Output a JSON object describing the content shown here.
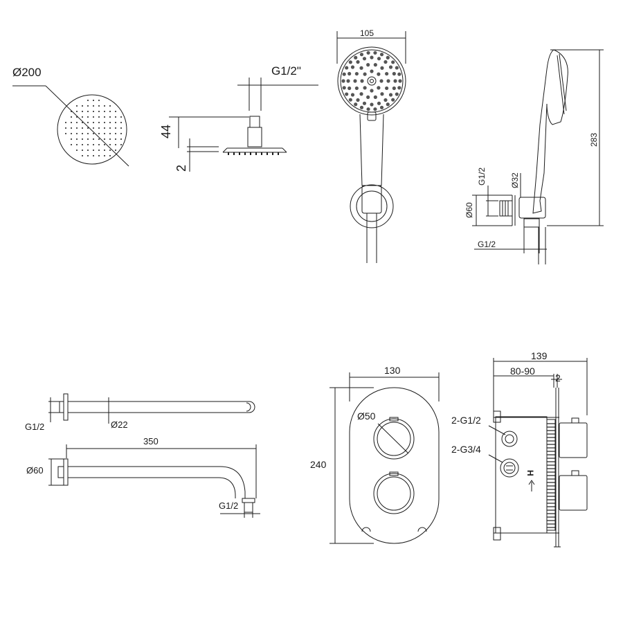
{
  "rain_shower": {
    "diameter": "Ø200",
    "connection": "G1/2\"",
    "height": "44",
    "thickness": "2"
  },
  "hand_shower": {
    "width": "105",
    "length": "283",
    "holder_connection_top": "G1/2",
    "holder_diameter_small": "Ø32",
    "holder_diameter_flange": "Ø60",
    "holder_connection_bottom": "G1/2"
  },
  "shower_arm": {
    "connection_top": "G1/2",
    "tube_diameter": "Ø22",
    "length": "350",
    "flange_diameter": "Ø60",
    "connection_bottom": "G1/2"
  },
  "mixer_plate": {
    "width": "130",
    "height": "240",
    "knob_diameter": "Ø50"
  },
  "valve_body": {
    "depth": "139",
    "install_depth": "80-90",
    "plate_thickness": "2",
    "outlets": "2-G1/2",
    "inlets": "2-G3/4",
    "inlet_mark": "H"
  }
}
